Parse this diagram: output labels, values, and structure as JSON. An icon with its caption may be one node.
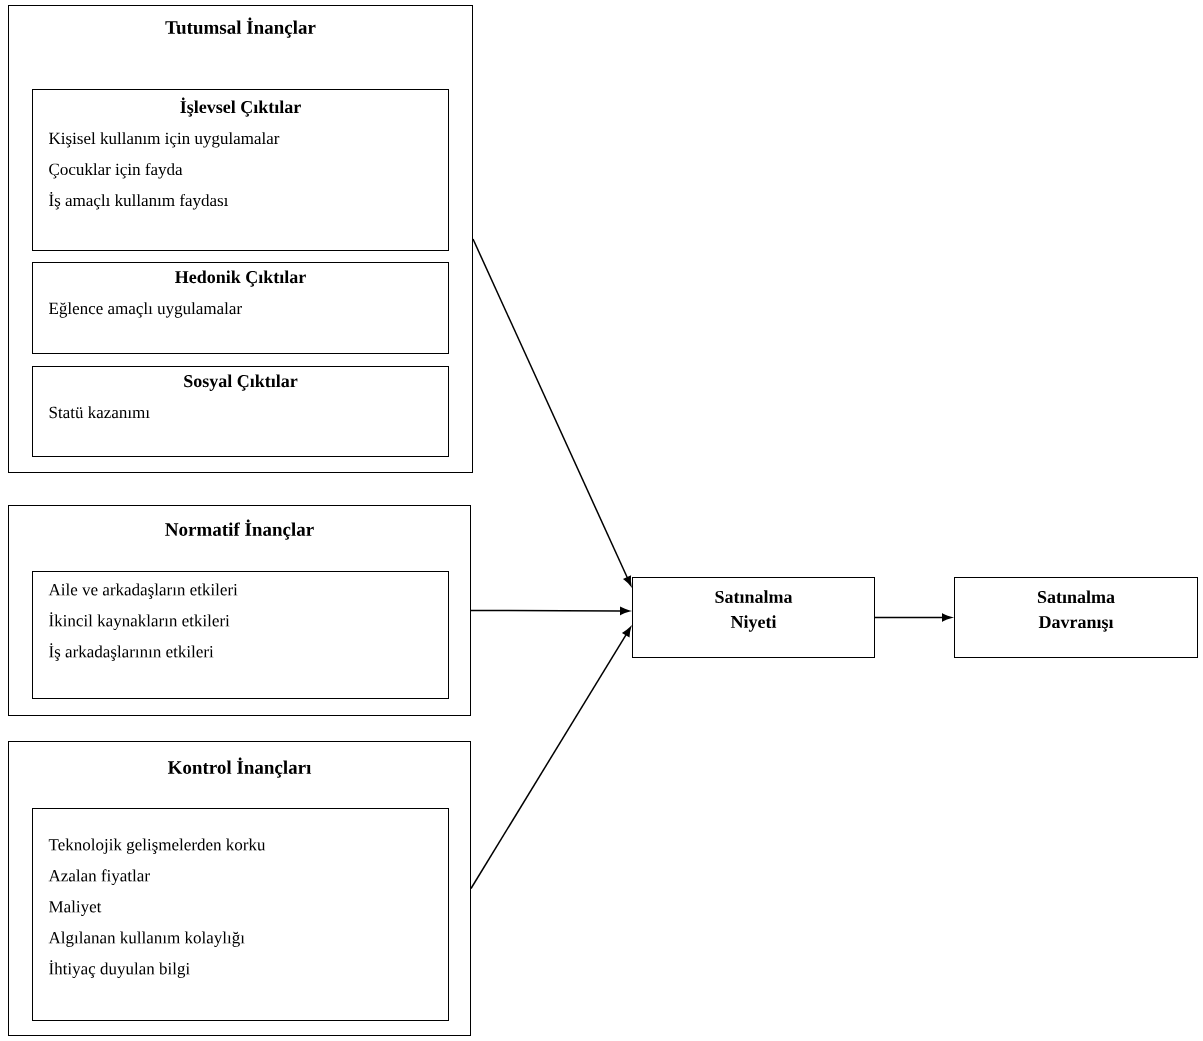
{
  "diagram": {
    "nodes": [
      {
        "text": [
          "Tutumsal İnançlar"
        ]
      },
      {
        "text": [
          "İşlevsel Çıktılar",
          "Kişisel kullanım için uygulamalar",
          "Çocuklar için fayda",
          "İş amaçlı kullanım faydası"
        ],
        "in": 0
      },
      {
        "text": [
          "Hedonik Çıktılar",
          "Eğlence amaçlı uygulamalar"
        ],
        "in": 0
      },
      {
        "text": [
          "Sosyal Çıktılar",
          "Statü kazanımı"
        ],
        "in": 0
      },
      {
        "text": [
          "Normatif İnançlar"
        ]
      },
      {
        "text": [
          "Aile ve arkadaşların etkileri",
          "İkincil kaynakların etkileri",
          "İş arkadaşlarının etkileri"
        ],
        "in": 4
      },
      {
        "text": [
          "Kontrol İnançları"
        ]
      },
      {
        "text": [
          "Teknolojik gelişmelerden korku",
          "Azalan fiyatlar",
          "Maliyet",
          "Algılanan kullanım kolaylığı",
          "İhtiyaç duyulan bilgi"
        ],
        "in": 6
      },
      {
        "text": [
          "Satınalma Niyeti"
        ]
      },
      {
        "text": [
          "Satınalma Davranışı"
        ]
      }
    ],
    "edges": [
      {
        "from": 0,
        "to": 8,
        "arrow": "to"
      },
      {
        "from": 4,
        "to": 8,
        "arrow": "to"
      },
      {
        "from": 6,
        "to": 8,
        "arrow": "to"
      },
      {
        "from": 8,
        "to": 9,
        "arrow": "to"
      }
    ]
  }
}
